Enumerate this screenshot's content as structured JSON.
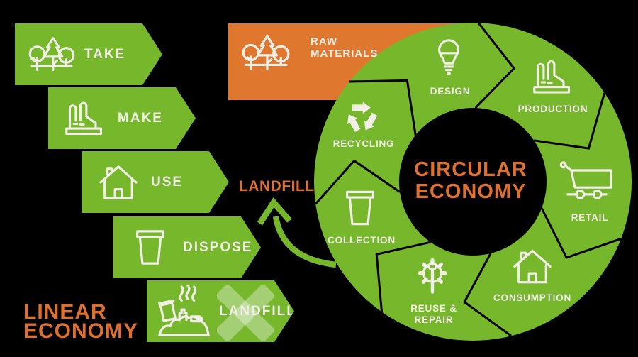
{
  "background_color": "#000000",
  "colors": {
    "green": "#76b72c",
    "orange_box": "#e0772f",
    "orange_text": "#e0702d",
    "icon_and_label_white": "#f2efe6",
    "cross_overlay": "rgba(255,255,255,0.34)"
  },
  "linear_economy": {
    "title_line1": "LINEAR",
    "title_line2": "ECONOMY",
    "landfill_callout": "LANDFILL",
    "steps": [
      {
        "label": "TAKE",
        "icon": "trees-icon"
      },
      {
        "label": "MAKE",
        "icon": "factory-icon"
      },
      {
        "label": "USE",
        "icon": "house-icon"
      },
      {
        "label": "DISPOSE",
        "icon": "waste-bin-icon"
      },
      {
        "label": "LANDFILL",
        "icon": "waste-pile-icon",
        "crossed_out": true
      }
    ]
  },
  "raw_materials": {
    "line1": "RAW",
    "line2": "MATERIALS",
    "icon": "trees-icon"
  },
  "circular_economy": {
    "title_line1": "CIRCULAR",
    "title_line2": "ECONOMY",
    "flow": "clockwise",
    "segments": [
      {
        "label": "DESIGN",
        "icon": "lightbulb-icon"
      },
      {
        "label": "PRODUCTION",
        "icon": "factory-icon"
      },
      {
        "label": "RETAIL",
        "icon": "shopping-cart-icon"
      },
      {
        "label": "CONSUMPTION",
        "icon": "house-icon"
      },
      {
        "label": "REUSE & REPAIR",
        "icon": "gear-wrench-icon"
      },
      {
        "label": "COLLECTION",
        "icon": "waste-bin-icon"
      },
      {
        "label": "RECYCLING",
        "icon": "recycling-icon"
      }
    ]
  }
}
